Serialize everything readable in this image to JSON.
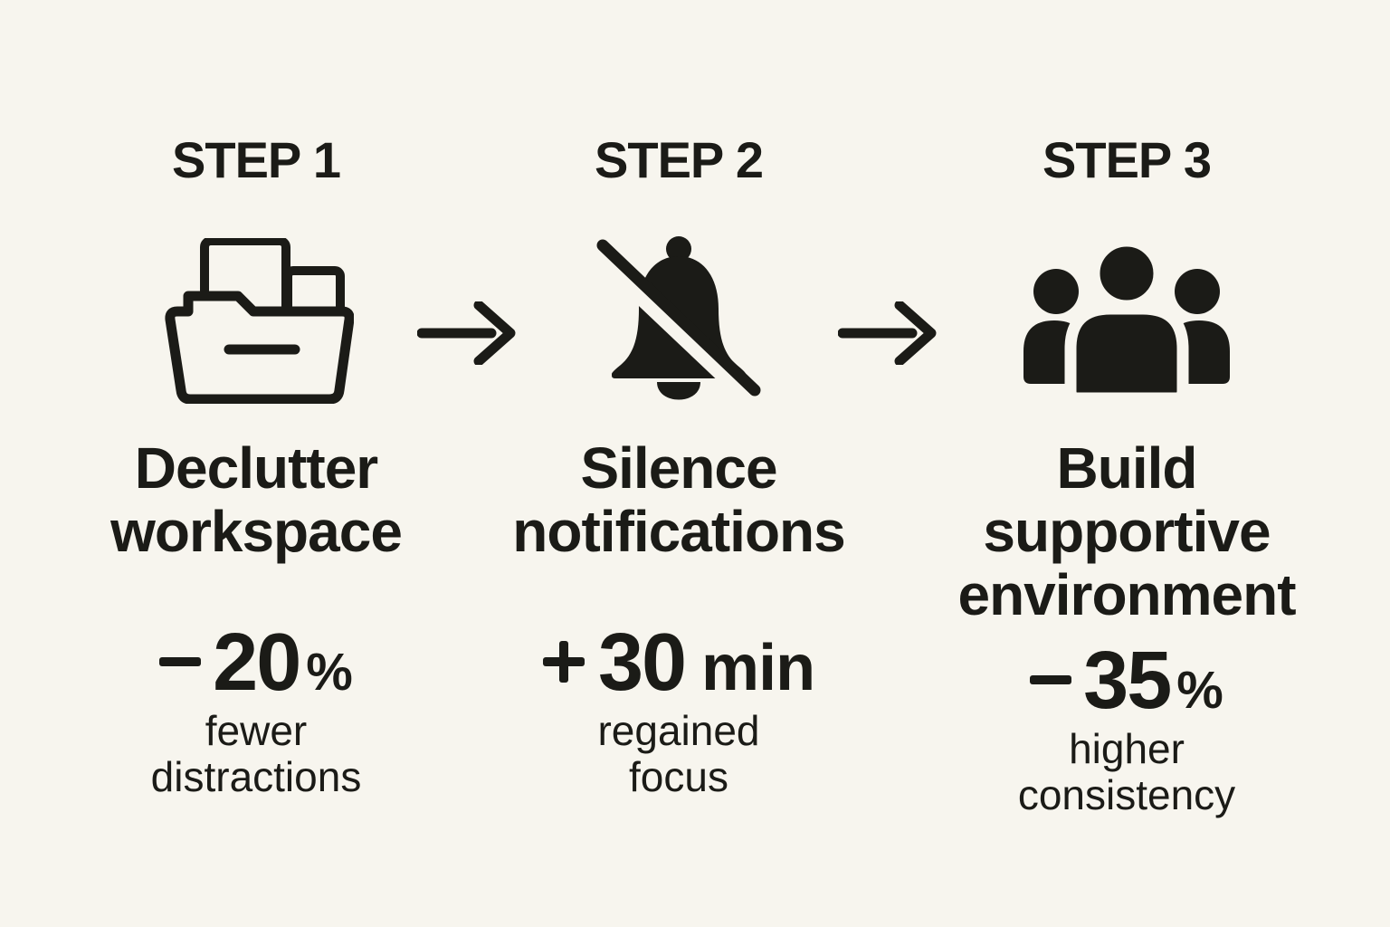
{
  "canvas": {
    "background_color": "#f7f5ee",
    "ink_color": "#1b1b17"
  },
  "steps": [
    {
      "label": "STEP 1",
      "icon": "folder-documents-icon",
      "title": "Declutter\nworkspace",
      "metric": {
        "sign": "−",
        "value": "20",
        "unit": "%"
      },
      "caption": "fewer\ndistractions"
    },
    {
      "label": "STEP 2",
      "icon": "bell-off-icon",
      "title": "Silence\nnotifications",
      "metric": {
        "sign": "+",
        "value": "30",
        "unit": "min"
      },
      "caption": "regained\nfocus"
    },
    {
      "label": "STEP 3",
      "icon": "people-group-icon",
      "title": "Build\nsupportive\nenvironment",
      "metric": {
        "sign": "−",
        "value": "35",
        "unit": "%"
      },
      "caption": "higher\nconsistency"
    }
  ],
  "arrows": [
    {
      "icon": "right-arrow-icon"
    },
    {
      "icon": "right-arrow-icon"
    }
  ]
}
